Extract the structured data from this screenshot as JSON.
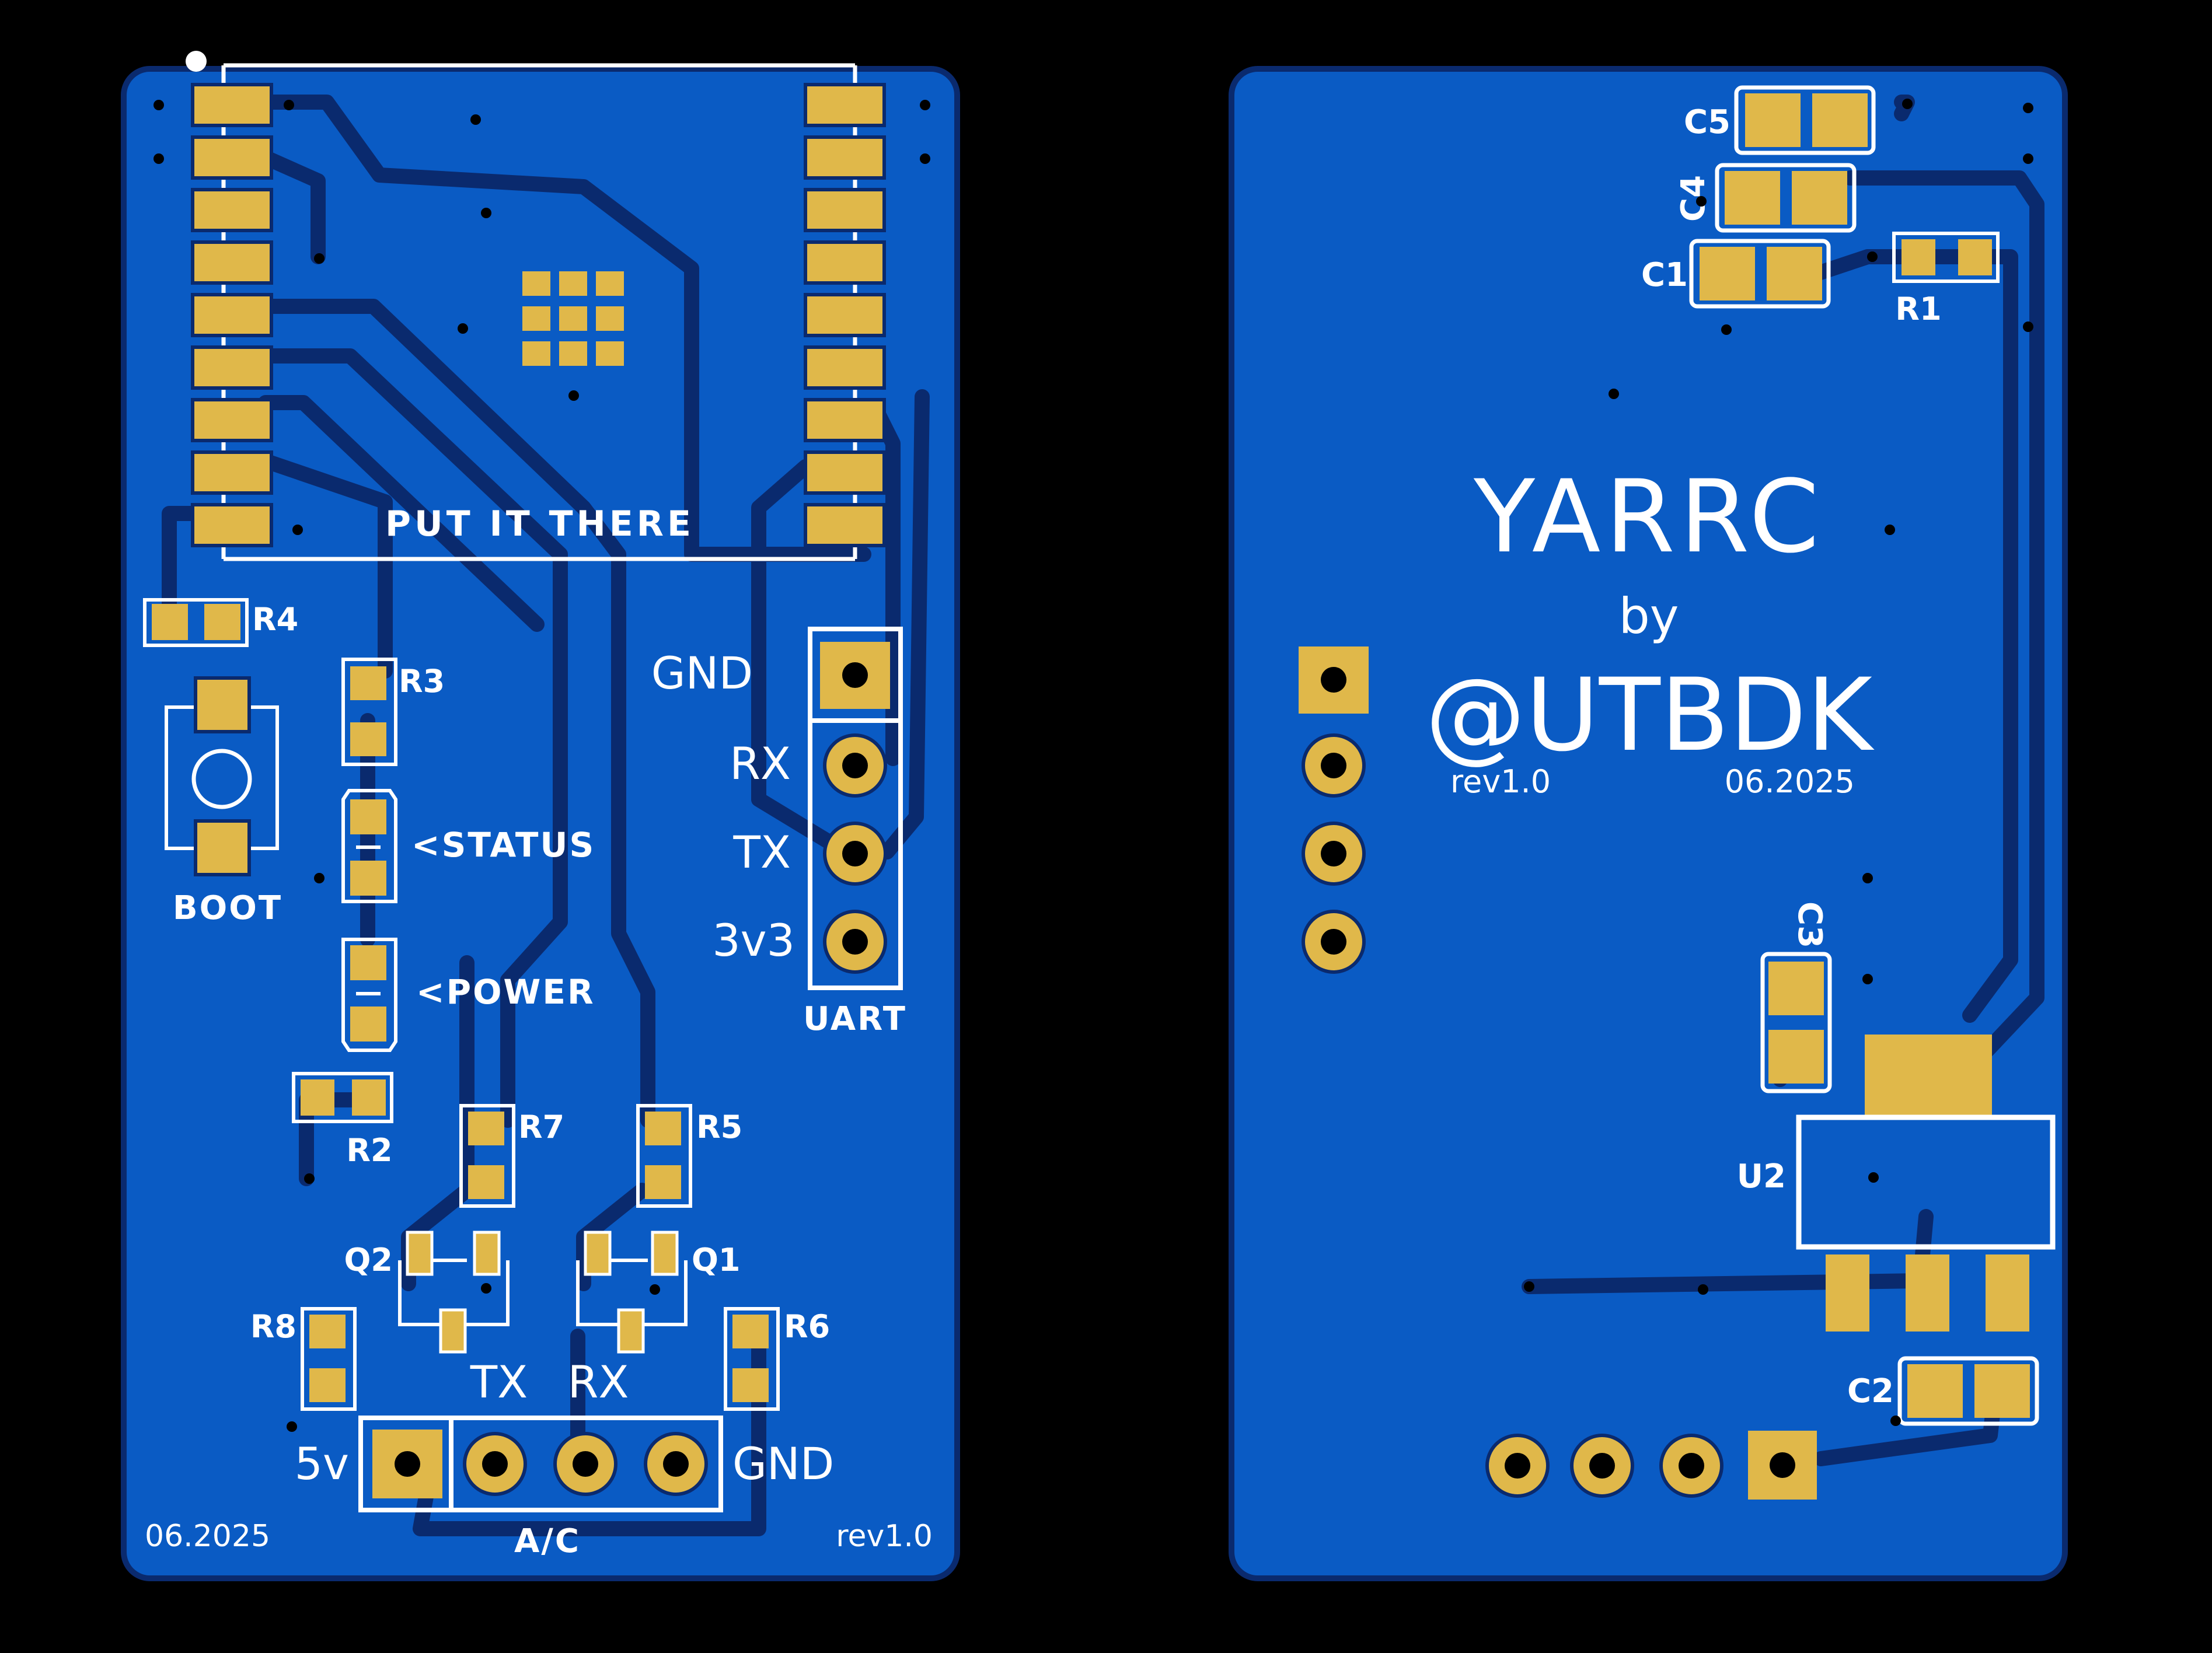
{
  "front": {
    "module_label": "PUT IT THERE",
    "boot": {
      "ref": "R4",
      "label": "BOOT"
    },
    "status": {
      "ref": "R3",
      "label": "<STATUS"
    },
    "power": {
      "ref": "R2",
      "label": "<POWER"
    },
    "uart": {
      "title": "UART",
      "pins": [
        "GND",
        "RX",
        "TX",
        "3v3"
      ]
    },
    "transistors": {
      "q2": "Q2",
      "q1": "Q1",
      "r7": "R7",
      "r5": "R5",
      "r8": "R8",
      "r6": "R6"
    },
    "ac": {
      "title": "A/C",
      "left": "5v",
      "right": "GND",
      "tx": "TX",
      "rx": "RX"
    },
    "date": "06.2025",
    "rev": "rev1.0"
  },
  "back": {
    "title": "YARRC",
    "by": "by",
    "author": "@UTBDK",
    "rev": "rev1.0",
    "date": "06.2025",
    "refs": {
      "c5": "C5",
      "c4": "C4",
      "c1": "C1",
      "r1": "R1",
      "c3": "C3",
      "u2": "U2",
      "c2": "C2"
    }
  },
  "colors": {
    "board": "#0a5bc4",
    "board_edge": "#0a2a6e",
    "trace": "#0a2a6e",
    "pad": "#e0b84a",
    "silk": "#ffffff",
    "background": "#000000"
  }
}
